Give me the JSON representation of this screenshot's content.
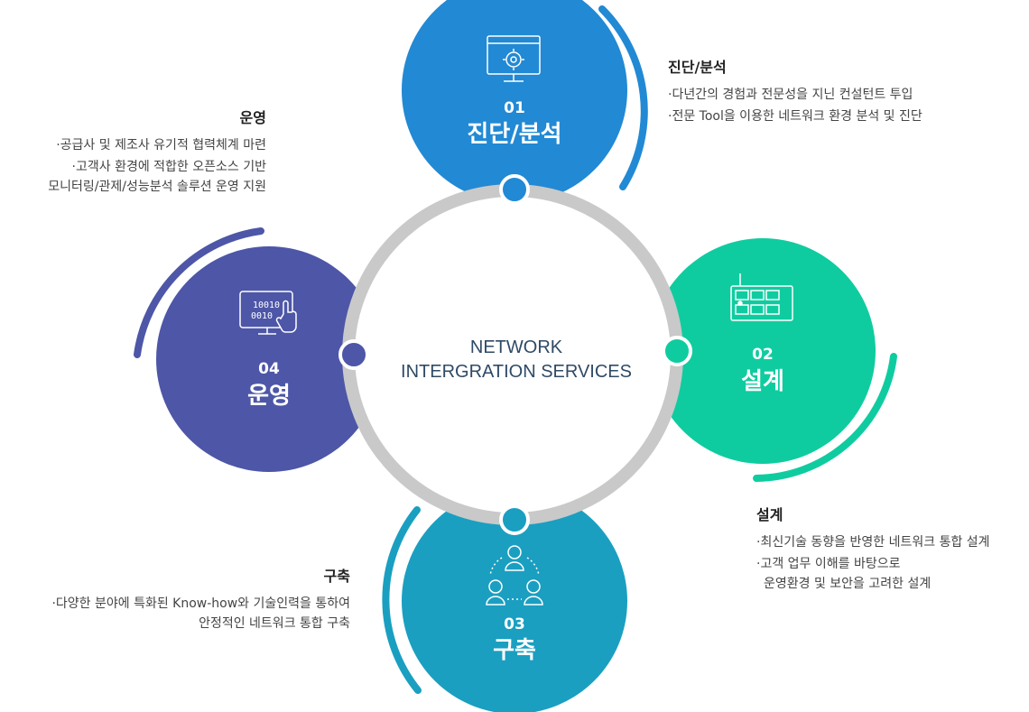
{
  "center": {
    "line1": "NETWORK",
    "line2": "INTERGRATION SERVICES"
  },
  "steps": [
    {
      "num": "01",
      "title": "진단/분석",
      "icon": "monitor-gear-icon",
      "color": "#2289d4"
    },
    {
      "num": "02",
      "title": "설계",
      "icon": "network-panel-icon",
      "color": "#0fcca0"
    },
    {
      "num": "03",
      "title": "구축",
      "icon": "team-icon",
      "color": "#1a9fc1"
    },
    {
      "num": "04",
      "title": "운영",
      "icon": "binary-monitor-icon",
      "color": "#4d56a7"
    }
  ],
  "descriptions": {
    "diagnosis": {
      "title": "진단/분석",
      "items": [
        "·다년간의 경험과 전문성을 지닌 컨설턴트 투입",
        "·전문  Tool을 이용한 네트워크 환경 분석 및 진단"
      ]
    },
    "operation": {
      "title": "운영",
      "items": [
        "·공급사 및 제조사 유기적 협력체계 마련",
        "·고객사 환경에 적합한 오픈소스 기반",
        "모니터링/관제/성능분석 솔루션 운영 지원"
      ]
    },
    "design": {
      "title": "설계",
      "items": [
        "·최신기술 동향을 반영한 네트워크 통합 설계",
        "·고객 업무 이해를 바탕으로",
        "운영환경 및 보안을  고려한 설계"
      ]
    },
    "build": {
      "title": "구축",
      "items": [
        "·다양한 분야에 특화된 Know-how와 기술인력을 통하여",
        "안정적인 네트워크 통합 구축"
      ]
    }
  },
  "colors": {
    "ring": "#c9c9c9",
    "centerText": "#2f4a66"
  }
}
